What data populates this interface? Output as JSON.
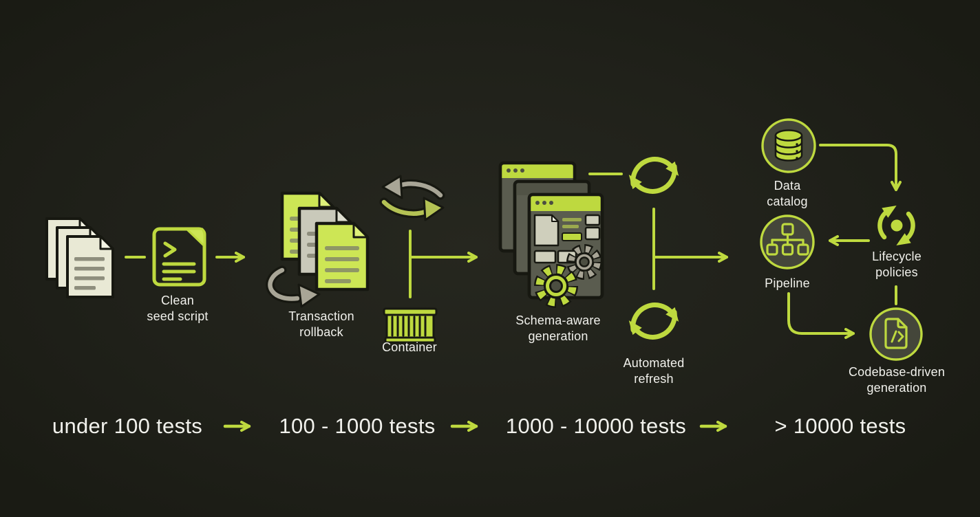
{
  "labels": {
    "clean_seed": [
      "Clean",
      "seed script"
    ],
    "transaction_rollback": [
      "Transaction",
      "rollback"
    ],
    "container": [
      "Container"
    ],
    "schema_aware": [
      "Schema-aware",
      "generation"
    ],
    "automated_refresh": [
      "Automated",
      "refresh"
    ],
    "data_catalog": [
      "Data",
      "catalog"
    ],
    "pipeline": [
      "Pipeline"
    ],
    "lifecycle": [
      "Lifecycle",
      "policies"
    ],
    "codebase": [
      "Codebase-driven",
      "generation"
    ]
  },
  "tiers": [
    "under 100 tests",
    "100 - 1000 tests",
    "1000 - 10000 tests",
    "> 10000 tests"
  ],
  "icons": [
    "document-stack-icon",
    "seed-script-file-icon",
    "sync-arrows-icon",
    "rollback-arrow-icon",
    "container-icon",
    "browser-windows-gears-icon",
    "refresh-cycle-icon",
    "database-icon",
    "pipeline-hierarchy-icon",
    "lifecycle-cycle-icon",
    "code-file-icon",
    "flow-arrow-icon"
  ],
  "palette": {
    "background": "#1e1f18",
    "lime": "#bed93f",
    "lime_bright": "#cde655",
    "lime_fold": "#def179",
    "cream": "#e9e9d5",
    "cream_fold": "#f4f4e4",
    "gray": "#a8a596",
    "gray_doc": "#c9c9ba",
    "gray_doc_fold": "#dedecf",
    "olive": "#b4c254",
    "outline": "#171811",
    "text": "#f1f1ec",
    "node_fill": "#44463a",
    "window_body": "#5a5c4f",
    "window_header_mid": "#515346",
    "doc_line": "#8e8e7d",
    "lime_doc_line": "#8f9765",
    "win_cream": "#cfcfbc",
    "win_olive": "#9aa94e"
  }
}
